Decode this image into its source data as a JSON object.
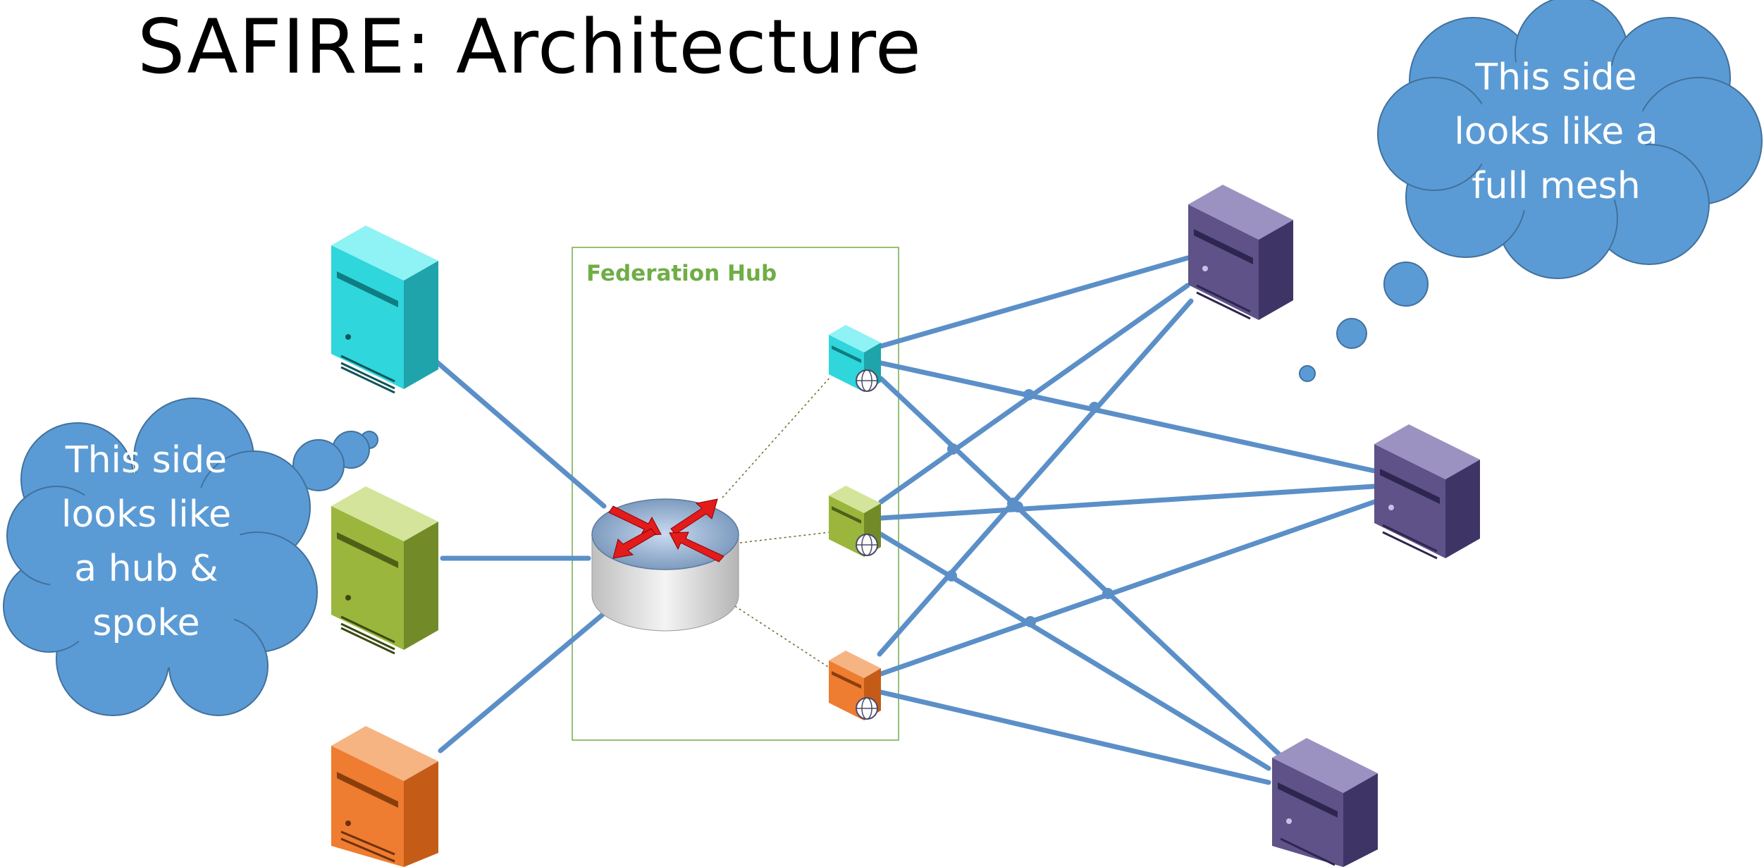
{
  "slide": {
    "title": "SAFIRE: Architecture"
  },
  "federation_hub": {
    "label": "Federation Hub"
  },
  "thought_clouds": {
    "right": {
      "lines": [
        "This side",
        "looks like a",
        "full mesh"
      ]
    },
    "left": {
      "lines": [
        "This side",
        "looks like",
        "a hub &",
        "spoke"
      ]
    }
  },
  "colors": {
    "link": "#5b8fc8",
    "cloud": "#5b9bd5",
    "hub_border": "#70ad47",
    "server_cyan": "#2fd6dc",
    "server_green": "#9ab63c",
    "server_orange": "#ee7c31",
    "server_purple": "#5e5288",
    "router_arrows": "#e31b1b"
  },
  "icons": {
    "left_servers": [
      "server-icon-cyan",
      "server-icon-green",
      "server-icon-orange"
    ],
    "hub_servers": [
      "hub-server-icon-cyan",
      "hub-server-icon-green",
      "hub-server-icon-orange"
    ],
    "right_servers": [
      "server-icon-purple",
      "server-icon-purple",
      "server-icon-purple"
    ],
    "router": "router-icon",
    "globe": "globe-icon"
  }
}
